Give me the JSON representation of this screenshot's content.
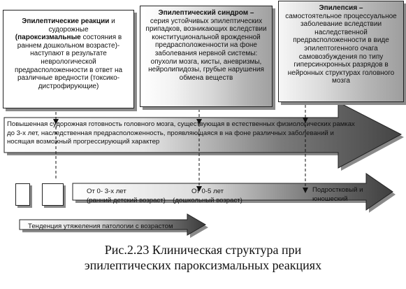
{
  "boxes": {
    "reactions": {
      "title": "Эпилептические реакции",
      "l1": " и судорожные",
      "bold2": "(пароксизмальные",
      "l2": " состояния в раннем дошкольном возрасте)- наступают в результате неврологической предрасположенности в ответ на различные вредности (токсико-дистрофирующие)"
    },
    "syndrome": {
      "title": "Эпилептический синдром –",
      "text": "серия устойчивых эпилептических припадков, возникающих вследствии конституциональной врожденной предрасположенности на фоне заболевания нервной системы: опухоли мозга, кисты, аневризмы, нейролипидозы, грубые нарушения обмена веществ"
    },
    "epilepsy": {
      "title": "Эпилепсия –",
      "text": "самостоятельное процессуальное заболевание вследствии наследственной предрасположенности в виде эпилептогенного очага самовозбуждения по типу гиперсинхронных разрядов в нейронных структурах головного мозга"
    }
  },
  "arrows": {
    "main": "Повышенная судорожная готовность головного мозга, существующая в естественных физиологических рамках до 3-х лет, наследственная предрасположенность, проявляющаяся в на фоне различных заболеваний и носящая возможный прогрессирующий характер",
    "age_early_1": "От 0- 3-х лет",
    "age_early_2": "(ранний детский возраст)",
    "age_preschool_1": "От 0-5 лет",
    "age_preschool_2": "(дошкольный возраст)",
    "age_teen_1": "Подростковый и",
    "age_teen_2": "юношеский",
    "trend": "Тенденция утяжеления патологии с возрастом"
  },
  "caption": {
    "line1": "Рис.2.23 Клиническая структура при",
    "line2": "эпилептических пароксизмальных реакциях"
  }
}
